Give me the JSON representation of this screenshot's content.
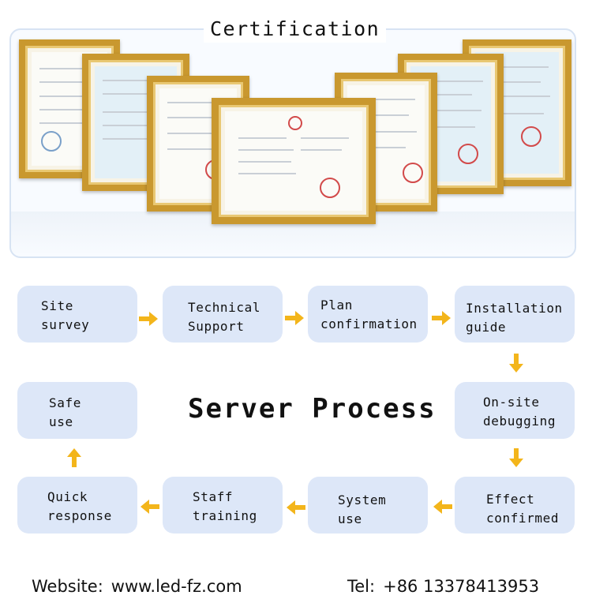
{
  "certification": {
    "title": "Certification"
  },
  "process": {
    "title": "Server Process",
    "steps": [
      {
        "line1": "Site",
        "line2": "survey"
      },
      {
        "line1": "Technical",
        "line2": "Support"
      },
      {
        "line1": "Plan",
        "line2": "confirmation"
      },
      {
        "line1": "Installation",
        "line2": "guide"
      },
      {
        "line1": "On-site",
        "line2": "debugging"
      },
      {
        "line1": "Effect",
        "line2": "confirmed"
      },
      {
        "line1": "System",
        "line2": "use"
      },
      {
        "line1": "Staff",
        "line2": "training"
      },
      {
        "line1": "Quick",
        "line2": "response"
      },
      {
        "line1": "Safe",
        "line2": "use"
      }
    ]
  },
  "footer": {
    "website_label": "Website",
    "website_sep": ":",
    "website": "www.led-fz.com",
    "tel_label": "Tel",
    "tel_sep": ":",
    "tel": "+86 13378413953"
  },
  "colors": {
    "step_bg": "#dde7f8",
    "arrow": "#f3b51b",
    "frame_gold": "#c9982f"
  }
}
